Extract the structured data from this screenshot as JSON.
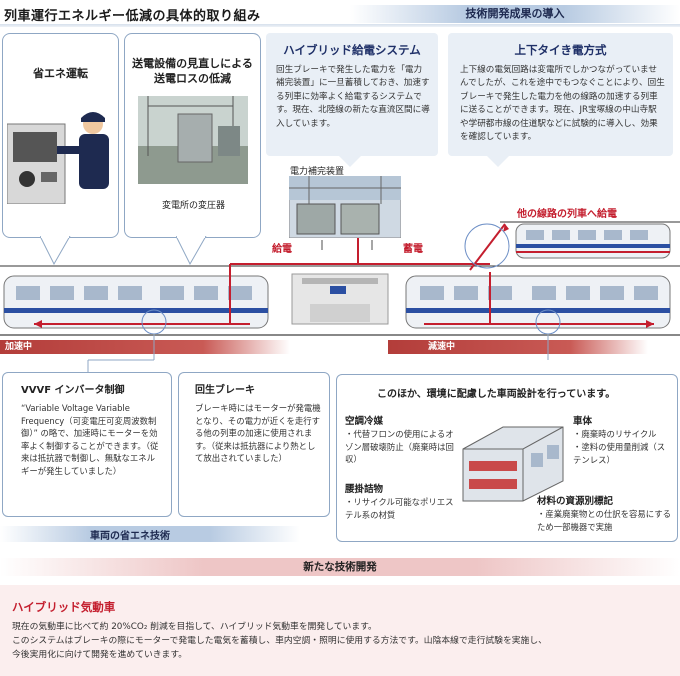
{
  "header": {
    "title": "列車運行エネルギー低減の具体的取り組み",
    "tech_results": "技術開発成果の導入"
  },
  "bubbles": {
    "eco_driving": "省エネ運転",
    "substation_title": "送電設備の見直しによる送電ロスの低減",
    "substation_caption": "変電所の変圧器"
  },
  "hybrid_power": {
    "title": "ハイブリッド給電システム",
    "body": "回生ブレーキで発生した電力を「電力補完装置」に一旦蓄積しておき、加速する列車に効率よく給電するシステムです。現在、北陸線の新たな直流区間に導入しています。"
  },
  "tie": {
    "title": "上下タイき電方式",
    "body": "上下線の電気回路は変電所でしかつながっていませんでしたが、これを途中でもつなぐことにより、回生ブレーキで発生した電力を他の線路の加速する列車に送ることができます。現在、JR宝塚線の中山寺駅や学研都市線の住道駅などに試験的に導入し、効果を確認しています。"
  },
  "diagram": {
    "power_unit_label": "電力補完装置",
    "feed": "給電",
    "store": "蓄電",
    "other_line": "他の線路の列車へ給電",
    "accel": "加速中",
    "decel": "減速中"
  },
  "vvvf": {
    "title": "VVVF インバータ制御",
    "body": "“Variable Voltage Variable Frequency（可変電圧可変周波数制御）” の略で、加速時にモーターを効率よく制御することができます。（従来は抵抗器で制御し、無駄なエネルギーが発生していました）"
  },
  "regen": {
    "title": "回生ブレーキ",
    "body": "ブレーキ時にはモーターが発電機となり、その電力が近くを走行する他の列車の加速に使用されます。（従来は抵抗器により熱として放出されていました）"
  },
  "env": {
    "title": "このほか、環境に配慮した車両設計を行っています。",
    "ac_title": "空調冷媒",
    "ac_body": "・代替フロンの使用によるオゾン層破壊防止（廃棄時は回収）",
    "seat_title": "腰掛詰物",
    "seat_body": "・リサイクル可能なポリエステル系の材質",
    "body_title": "車体",
    "body_item1": "・廃棄時のリサイクル",
    "body_item2": "・塗料の使用量削減（ステンレス）",
    "mat_title": "材料の資源別標記",
    "mat_body": "・産業廃棄物との仕訳を容易にするため一部機器で実施"
  },
  "vehicle_tech": "車両の省エネ技術",
  "new_tech": "新たな技術開発",
  "hybrid_dmu": {
    "title": "ハイブリッド気動車",
    "line1": "現在の気動車に比べて約 20%CO₂ 削減を目指して、ハイブリッド気動車を開発しています。",
    "line2": "このシステムはブレーキの際にモーターで発電した電気を蓄積し、車内空調・照明に使用する方法です。山陰本線で走行試験を実施し、",
    "line3": "今後実用化に向けて開発を進めていきます。"
  },
  "colors": {
    "accent_red": "#c41e2e",
    "navy": "#1f3068",
    "panel_blue": "#e9eff6",
    "train_blue": "#2b4fa2"
  }
}
